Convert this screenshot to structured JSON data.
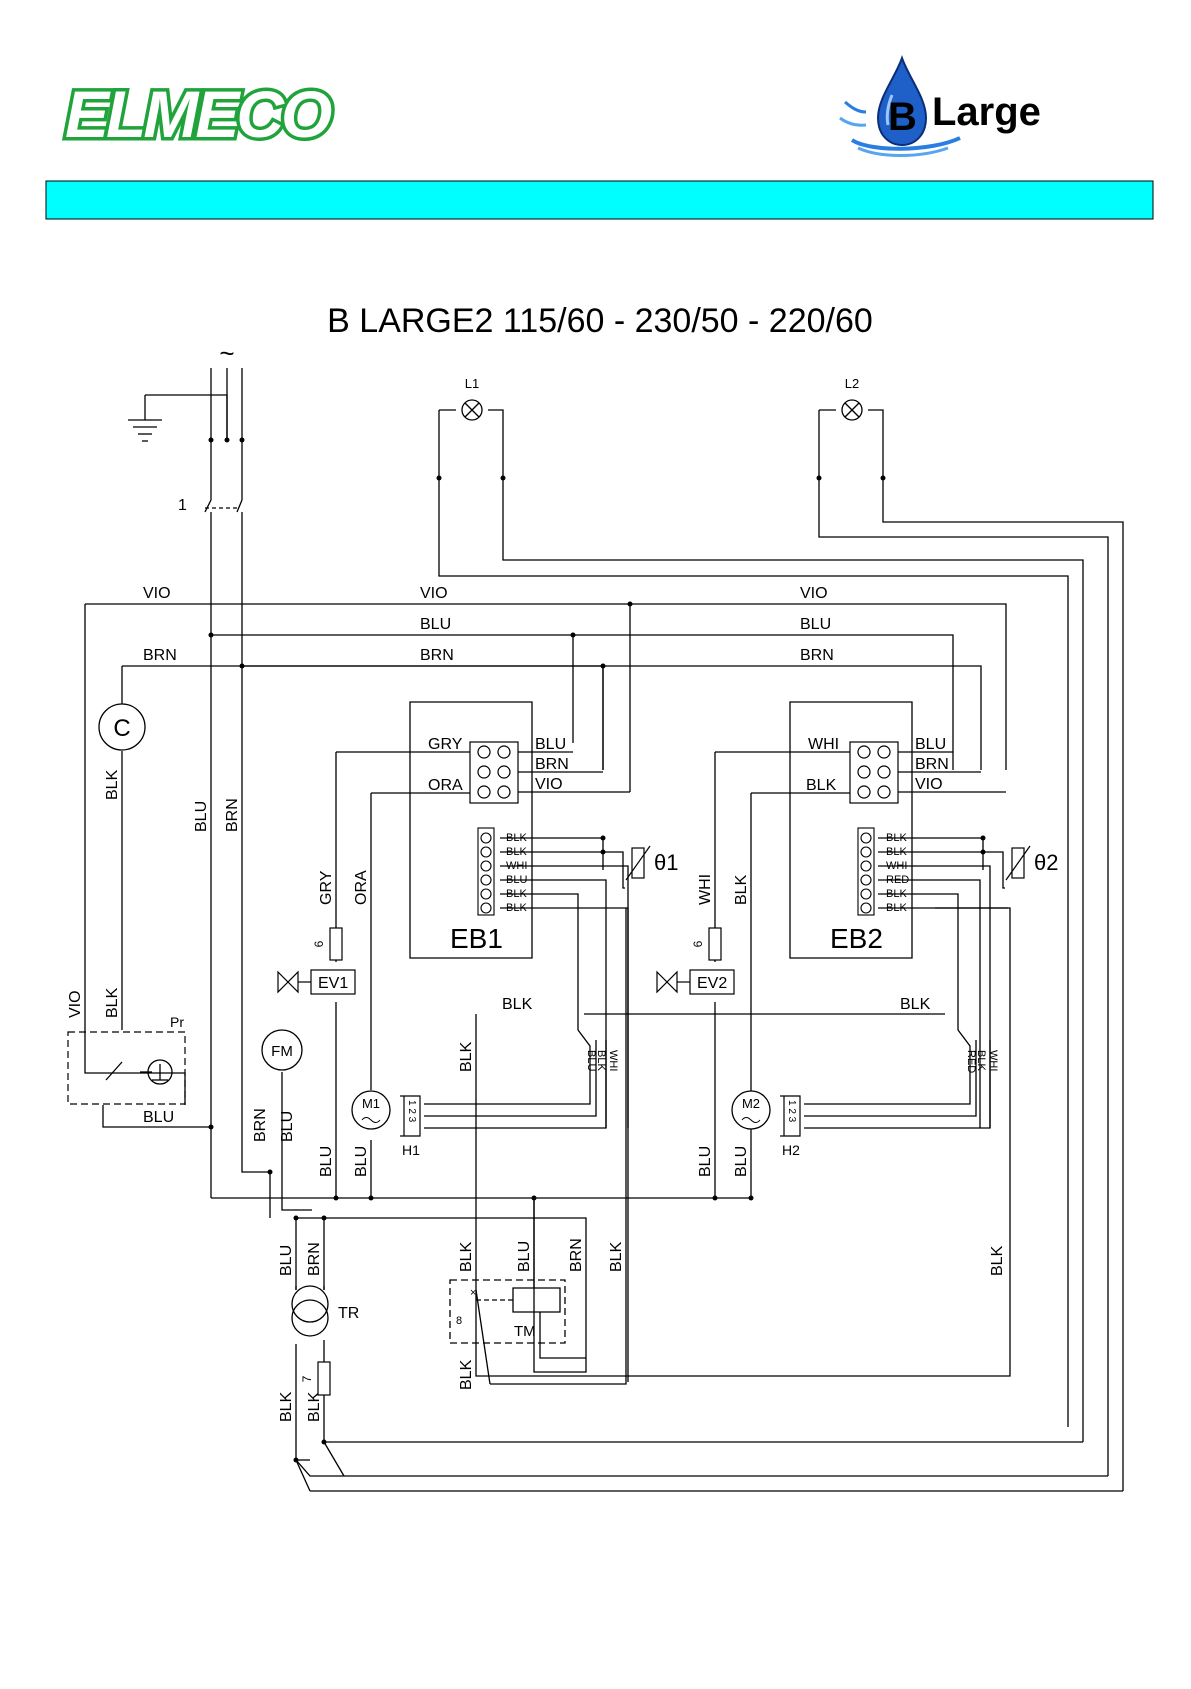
{
  "header": {
    "brand_left": "ELMECO",
    "brand_right": "B Large",
    "brand_right_initial": "B",
    "brand_right_rest": "Large",
    "band_color": "#00FFFF",
    "brand_green": "#1FA33A",
    "brand_blue": "#1E5FC8"
  },
  "diagram": {
    "title": "B LARGE2 115/60 - 230/50 - 220/60",
    "ac_symbol": "~",
    "switch_number": "1",
    "lamp_l1": "L1",
    "lamp_l2": "L2",
    "bus_labels": {
      "vio_left": "VIO",
      "vio_mid": "VIO",
      "vio_right": "VIO",
      "blu_mid": "BLU",
      "blu_right": "BLU",
      "brn_left": "BRN",
      "brn_mid": "BRN",
      "brn_right": "BRN"
    },
    "capacitor": "C",
    "wire_left": {
      "blk_cap": "BLK",
      "vio_pr": "VIO",
      "blk_pr": "BLK",
      "blu_pr": "BLU",
      "blu_main": "BLU",
      "brn_main": "BRN"
    },
    "pressure_switch": "Pr",
    "eb1": {
      "name": "EB1",
      "top_left": [
        "GRY",
        "ORA"
      ],
      "top_right": [
        "BLU",
        "BRN",
        "VIO"
      ],
      "pins": [
        "BLK",
        "BLK",
        "WHI",
        "BLU",
        "BLK",
        "BLK"
      ],
      "sensor": "θ1",
      "wire_gry": "GRY",
      "wire_ora": "ORA"
    },
    "eb2": {
      "name": "EB2",
      "top_left": [
        "WHI",
        "BLK"
      ],
      "top_right": [
        "BLU",
        "BRN",
        "VIO"
      ],
      "pins": [
        "BLK",
        "BLK",
        "WHI",
        "RED",
        "BLK",
        "BLK"
      ],
      "sensor": "θ2",
      "wire_whi": "WHI",
      "wire_blk": "BLK"
    },
    "fuse_6a": "6",
    "fuse_6b": "6",
    "ev1": "EV1",
    "ev2": "EV2",
    "blk_bus_1": "BLK",
    "blk_bus_2": "BLK",
    "fan_motor": "FM",
    "motor_1": "M1",
    "motor_2": "M2",
    "h1": "H1",
    "h2": "H2",
    "h_pins": "1 2 3",
    "h1_wires": [
      "BLU",
      "BLK",
      "WHI"
    ],
    "h2_wires": [
      "RED",
      "BLK",
      "WHI"
    ],
    "vertical_labels": {
      "blk_h1": "BLK",
      "brn_fm": "BRN",
      "blu_fm": "BLU",
      "blu_a": "BLU",
      "blu_b": "BLU",
      "blu_c": "BLU",
      "blu_d": "BLU",
      "blu_tr": "BLU",
      "brn_tr": "BRN",
      "blk_tm1": "BLK",
      "blu_tm": "BLU",
      "brn_tm": "BRN",
      "blk_tm2": "BLK",
      "blk_tm3": "BLK",
      "blk_right": "BLK",
      "blk_tr1": "BLK",
      "blk_tr2": "BLK"
    },
    "transformer": "TR",
    "timer": "TM",
    "timer_number": "8",
    "fuse_7": "7"
  }
}
